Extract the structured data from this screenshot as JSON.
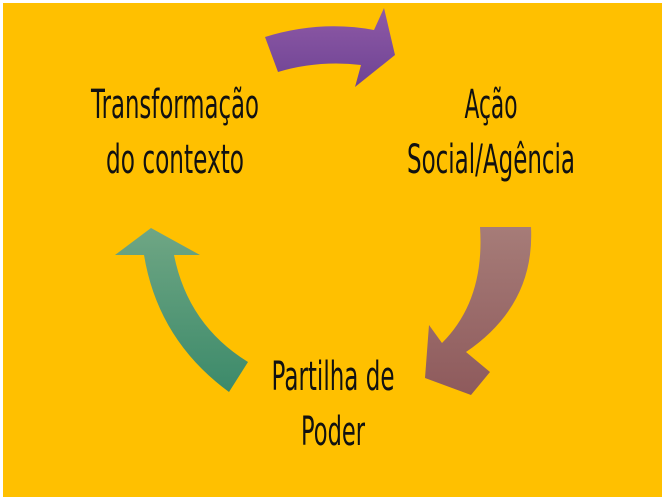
{
  "diagram": {
    "type": "cycle",
    "background_color": "#FFC000",
    "nodes": [
      {
        "line1": "Transformação",
        "line2": "do contexto"
      },
      {
        "line1": "Ação",
        "line2": "Social/Agência"
      },
      {
        "line1": "Partilha de",
        "line2": "Poder"
      }
    ],
    "arrows": [
      {
        "from": "Transformação do contexto",
        "to": "Ação Social/Agência",
        "color": "#7E4F9E"
      },
      {
        "from": "Ação Social/Agência",
        "to": "Partilha de Poder",
        "color": "#9E6A6A"
      },
      {
        "from": "Partilha de Poder",
        "to": "Transformação do contexto",
        "color": "#4A9070"
      }
    ]
  }
}
